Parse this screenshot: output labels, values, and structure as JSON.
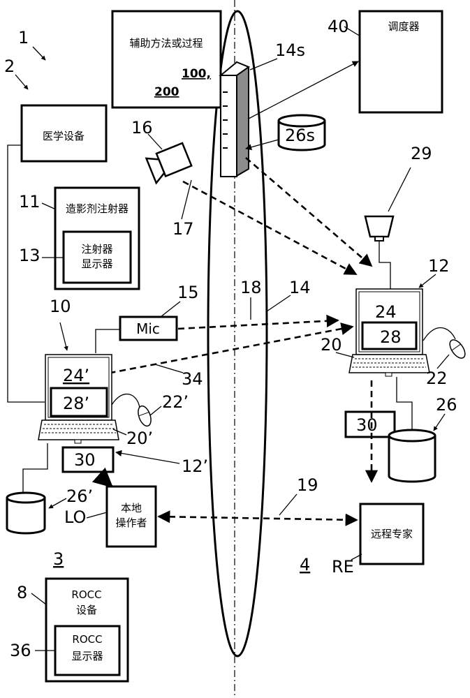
{
  "refs": {
    "r1": "1",
    "r2": "2",
    "r3": "3",
    "r4": "4",
    "r8": "8",
    "r10": "10",
    "r11": "11",
    "r12": "12",
    "r12p": "12’",
    "r13": "13",
    "r14": "14",
    "r14s": "14s",
    "r15": "15",
    "r16": "16",
    "r17": "17",
    "r18": "18",
    "r19": "19",
    "r20": "20",
    "r20p": "20’",
    "r22": "22",
    "r22p": "22’",
    "r24": "24",
    "r24p": "24’",
    "r26": "26",
    "r26s": "26s",
    "r26p": "26’",
    "r28": "28",
    "r28p": "28’",
    "r29": "29",
    "r30a": "30",
    "r30b": "30",
    "r34": "34",
    "r36": "36",
    "r40": "40",
    "lo": "LO",
    "re": "RE"
  },
  "boxes": {
    "aux_method_line1": "辅助方法或过程",
    "aux_method_num1": "100,",
    "aux_method_num2": "200",
    "scheduler": "调度器",
    "medical_device": "医学设备",
    "contrast_injector": "造影剂注射器",
    "injector_display_line1": "注射器",
    "injector_display_line2": "显示器",
    "mic": "Mic",
    "local_operator_line1": "本地",
    "local_operator_line2": "操作者",
    "remote_expert": "远程专家",
    "rocc_device_line1": "ROCC",
    "rocc_device_line2": "设备",
    "rocc_display_line1": "ROCC",
    "rocc_display_line2": "显示器"
  }
}
